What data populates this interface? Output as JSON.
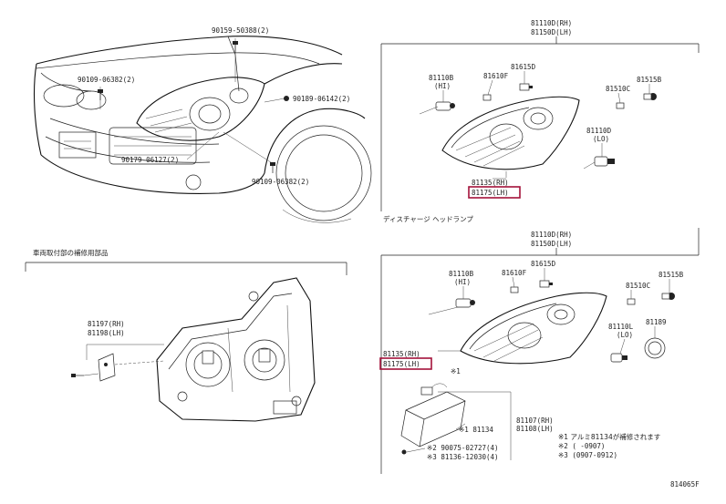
{
  "labels": {
    "car_bolt_top": "90159-50388(2)",
    "car_bolt_left": "90109-06382(2)",
    "car_clip_mid": "90189-06142(2)",
    "car_bolt_bottom": "90179-06127(2)",
    "car_bolt_right": "90109-06382(2)",
    "tr_assy_rh": "81110D(RH)",
    "tr_assy_lh": "81150D(LH)",
    "tr_81110b": "81110B",
    "tr_hi": "(HI)",
    "tr_81610f": "81610F",
    "tr_81615d": "81615D",
    "tr_81515b": "81515B",
    "tr_81510c": "81510C",
    "tr_81110d": "81110D",
    "tr_lo": "(LO)",
    "tr_81135": "81135(RH)",
    "tr_81175": "81175(LH)",
    "mid_title": "ディスチャージ ヘッドランプ",
    "br_assy_rh": "81110D(RH)",
    "br_assy_lh": "81150D(LH)",
    "br_81110b": "81110B",
    "br_hi": "(HI)",
    "br_81610f": "81610F",
    "br_81615d": "81615D",
    "br_81515b": "81515B",
    "br_81510c": "81510C",
    "br_81110l": "81110L",
    "br_lo": "(LO)",
    "br_81189": "81189",
    "br_81135": "81135(RH)",
    "br_81175": "81175(LH)",
    "br_mark1": "※1",
    "br_81107": "81107(RH)",
    "br_81108": "81108(LH)",
    "br_81134": "※1 81134",
    "br_90075": "※2 90075-02727(4)",
    "br_81136": "※3 81136-12030(4)",
    "note1": "※1 アルミ81134が補修されます",
    "note2": "※2 (      -0907)",
    "note3": "※3 (0907-0912)",
    "left_title": "車両取付部の補修用部品",
    "left_81197": "81197(RH)",
    "left_81198": "81198(LH)",
    "diagram_code": "814065F"
  }
}
